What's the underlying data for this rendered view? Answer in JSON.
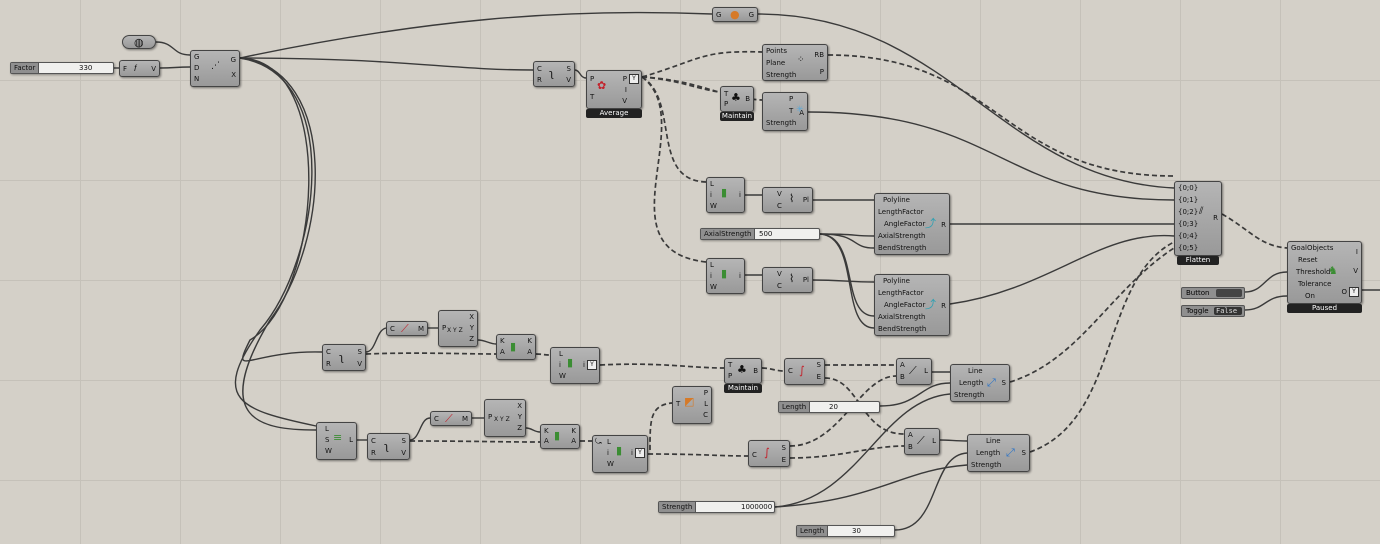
{
  "factor_slider": {
    "name": "Factor",
    "value": "330"
  },
  "axial_slider": {
    "name": "AxialStrength",
    "value": "500"
  },
  "length20_slider": {
    "name": "Length",
    "value": "20"
  },
  "strength_slider": {
    "name": "Strength",
    "value": "1000000"
  },
  "length30_slider": {
    "name": "Length",
    "value": "30"
  },
  "button_param": {
    "name": "Button"
  },
  "toggle_param": {
    "name": "Toggle",
    "value": "False"
  },
  "preview_comp": {
    "in": "G",
    "out": "G"
  },
  "expr_comp": {
    "in": "F",
    "out": "V"
  },
  "divide_comp": {
    "in1": "G",
    "in2": "D",
    "in3": "N",
    "out1": "G",
    "out2": "X"
  },
  "explode_top": {
    "in1": "C",
    "in2": "R",
    "out1": "S",
    "out2": "V"
  },
  "average_comp": {
    "in1": "P",
    "in2": "T",
    "out1": "P",
    "out2": "I",
    "out3": "V",
    "label": "Average"
  },
  "points_goal": {
    "in1": "Points",
    "in2": "Plane",
    "in3": "Strength",
    "out1": "RB",
    "out2": "P"
  },
  "maintain_top": {
    "in1": "T",
    "in2": "P",
    "out": "B",
    "label": "Maintain"
  },
  "anchor_goal": {
    "in1": "P",
    "in2": "T",
    "in3": "Strength",
    "out": "A"
  },
  "listitem1": {
    "in1": "L",
    "in2": "i",
    "in3": "W",
    "out": "i"
  },
  "polyline1_comp": {
    "in1": "V",
    "in2": "C",
    "out": "Pl"
  },
  "listitem2": {
    "in1": "L",
    "in2": "i",
    "in3": "W",
    "out": "i"
  },
  "polyline2_comp": {
    "in1": "V",
    "in2": "C",
    "out": "Pl"
  },
  "polyline_goal1": {
    "in1": "Polyline",
    "in2": "LengthFactor",
    "in3": "AngleFactor",
    "in4": "AxialStrength",
    "in5": "BendStrength",
    "out": "R"
  },
  "polyline_goal2": {
    "in1": "Polyline",
    "in2": "LengthFactor",
    "in3": "AngleFactor",
    "in4": "AxialStrength",
    "in5": "BendStrength",
    "out": "R"
  },
  "flatten_comp": {
    "in1": "{0;0}",
    "in2": "{0;1}",
    "in3": "{0;2}",
    "in4": "{0;3}",
    "in5": "{0;4}",
    "in6": "{0;5}",
    "out": "R",
    "label": "Flatten"
  },
  "solver_comp": {
    "in1": "GoalObjects",
    "in2": "Reset",
    "in3": "Threshold",
    "in4": "Tolerance",
    "in5": "On",
    "out1": "I",
    "out2": "V",
    "out3": "O",
    "label": "Paused"
  },
  "explode_mid": {
    "in1": "C",
    "in2": "R",
    "out1": "S",
    "out2": "V"
  },
  "curve_m1": {
    "in": "C",
    "out": "M"
  },
  "decon1": {
    "in": "P",
    "out1": "X",
    "out2": "Y",
    "out3": "Z",
    "icon": "X Y Z"
  },
  "sort1": {
    "in1": "K",
    "in2": "A",
    "out1": "K",
    "out2": "A"
  },
  "listitem3": {
    "in1": "L",
    "in2": "i",
    "in3": "W",
    "out": "i"
  },
  "maintain_mid": {
    "in1": "T",
    "in2": "P",
    "out": "B",
    "label": "Maintain"
  },
  "shift_comp": {
    "in1": "C",
    "out1": "S",
    "out2": "E"
  },
  "line1_comp": {
    "in1": "A",
    "in2": "B",
    "out": "L"
  },
  "line_goal1": {
    "in1": "Line",
    "in2": "Length",
    "in3": "Strength",
    "out": "S"
  },
  "boundary_comp": {
    "in": "T",
    "out1": "P",
    "out2": "L",
    "out3": "C"
  },
  "listlen_comp": {
    "in1": "L",
    "in2": "S",
    "in3": "W",
    "out": "L"
  },
  "explode_bot": {
    "in1": "C",
    "in2": "R",
    "out1": "S",
    "out2": "V"
  },
  "curve_m2": {
    "in": "C",
    "out": "M"
  },
  "decon2": {
    "in": "P",
    "out1": "X",
    "out2": "Y",
    "out3": "Z",
    "icon": "X Y Z"
  },
  "sort2": {
    "in1": "K",
    "in2": "A",
    "out1": "K",
    "out2": "A"
  },
  "listitem4": {
    "in1": "L",
    "in2": "i",
    "in3": "W",
    "out": "i"
  },
  "shift_comp2": {
    "in1": "C",
    "out1": "S",
    "out2": "E"
  },
  "line2_comp": {
    "in1": "A",
    "in2": "B",
    "out": "L"
  },
  "line_goal2": {
    "in1": "Line",
    "in2": "Length",
    "in3": "Strength",
    "out": "S"
  },
  "icons": [
    "lightbulb-icon",
    "grasshopper-component-icon",
    "goal-icon",
    "curve-icon",
    "sort-icon"
  ],
  "colors": {
    "canvas": "#d4d0c8",
    "component": "#a8a8a8",
    "wire": "#3a3a3a",
    "label": "#222222"
  }
}
